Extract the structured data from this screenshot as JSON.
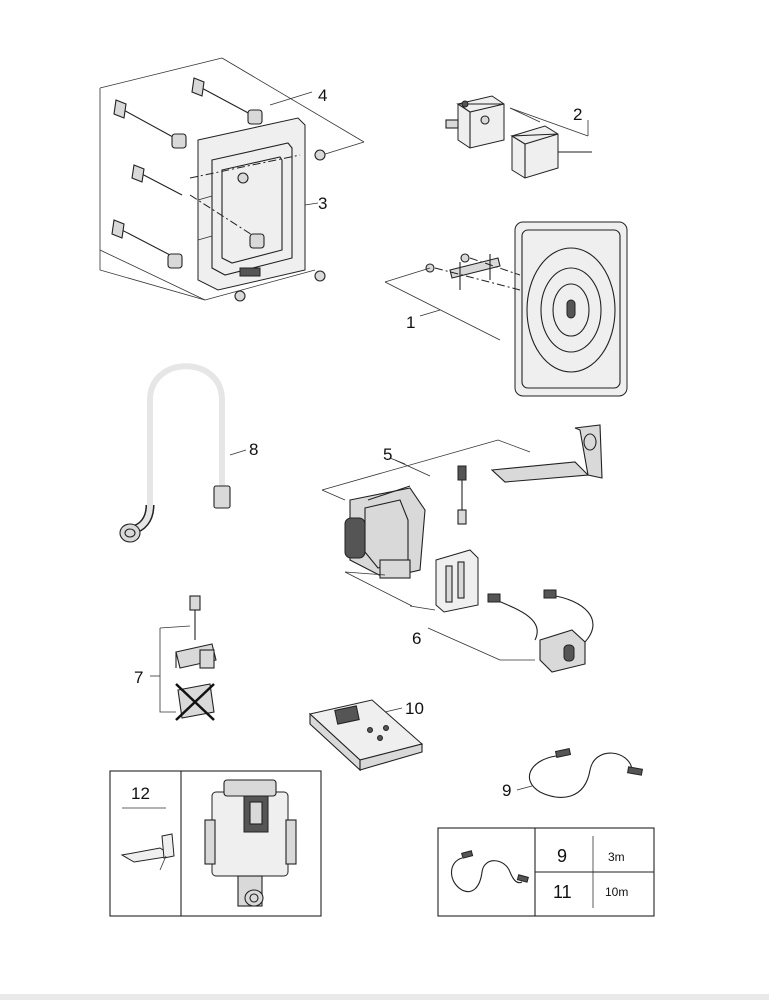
{
  "callouts": {
    "c1": "1",
    "c2": "2",
    "c3": "3",
    "c4": "4",
    "c5": "5",
    "c6": "6",
    "c7": "7",
    "c8": "8",
    "c9": "9",
    "c10": "10"
  },
  "box_left": {
    "label": "12"
  },
  "box_right": {
    "rows": [
      {
        "item": "9",
        "length": "3m"
      },
      {
        "item": "11",
        "length": "10m"
      }
    ]
  }
}
